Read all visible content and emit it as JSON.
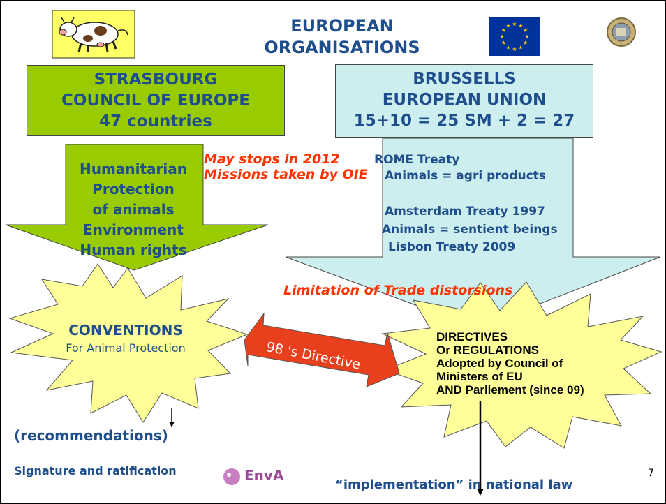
{
  "title": {
    "line1": "EUROPEAN",
    "line2": "ORGANISATIONS"
  },
  "left_box": {
    "line1": "STRASBOURG",
    "line2": "COUNCIL OF EUROPE",
    "line3": "47 countries"
  },
  "right_box": {
    "line1": "BRUSSELLS",
    "line2": "EUROPEAN UNION",
    "line3": "15+10 = 25 SM + 2 = 27"
  },
  "left_arrow": {
    "lines": [
      "Humanitarian",
      "Protection",
      "of animals",
      "Environment",
      "Human rights"
    ]
  },
  "red_note": {
    "line1": "May stops in 2012",
    "line2": "Missions taken by OIE"
  },
  "treaties": {
    "rome": "ROME Treaty",
    "rome_sub": "Animals = agri products",
    "amsterdam": "Amsterdam Treaty 1997",
    "amsterdam_sub": "Animals = sentient beings",
    "lisbon": "Lisbon Treaty   2009"
  },
  "trade_note": "Limitation of  Trade distorsions",
  "conventions": {
    "heading": "CONVENTIONS",
    "sub": "For Animal Protection"
  },
  "double_arrow_label": "98 's Directive",
  "directives": {
    "lines": [
      "DIRECTIVES",
      "Or REGULATIONS",
      "Adopted by Council of",
      "Ministers of EU",
      "AND Parliement (since 09)"
    ]
  },
  "recommendations": "(recommendations)",
  "signature": "Signature and ratification",
  "implementation": "“implementation” in national law",
  "logo_text": "EnvA",
  "page_number": "7",
  "colors": {
    "title_blue": "#1f4e8c",
    "left_green": "#99cc00",
    "right_cyan": "#cdeeee",
    "star_yellow": "#ffff99",
    "red_text": "#ff3300",
    "eu_blue": "#003399",
    "arrow_red": "#e8401c"
  }
}
